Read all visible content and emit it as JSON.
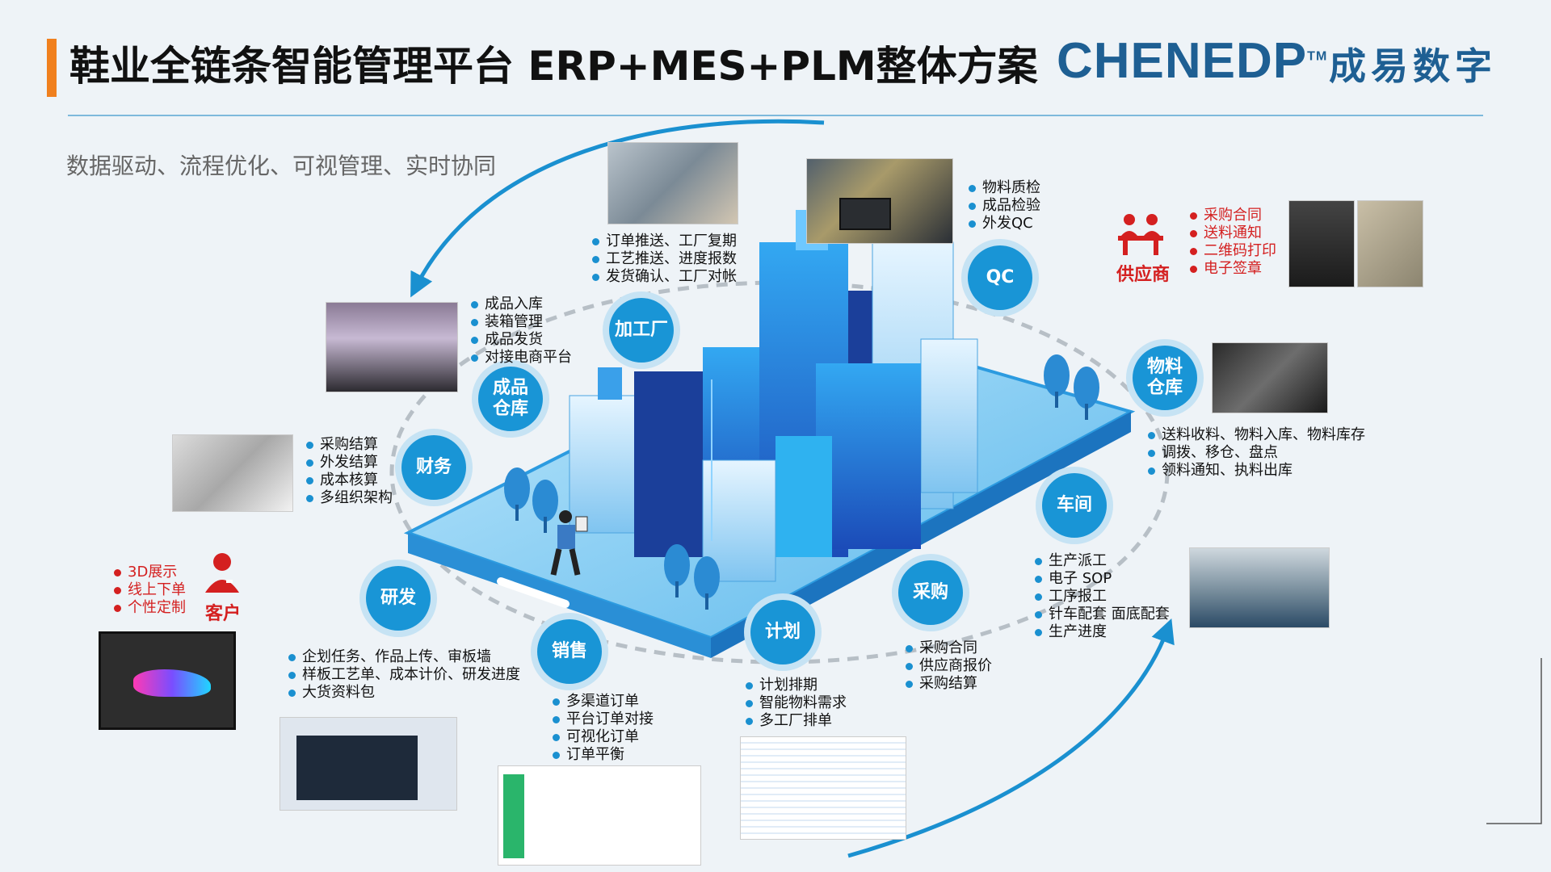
{
  "header": {
    "title": "鞋业全链条智能管理平台  ERP+MES+PLM整体方案",
    "logo_en": "CHENEDP",
    "logo_tm": "TM",
    "logo_cn": "成易数字",
    "tagline": "数据驱动、流程优化、可视管理、实时协同"
  },
  "colors": {
    "accent": "#f0801e",
    "brand": "#1e5f93",
    "node": "#1995d6",
    "red": "#d42020"
  },
  "nodes": {
    "jiagong": "加工厂",
    "qc": "QC",
    "wuliao": "物料仓库",
    "chejian": "车间",
    "caigou": "采购",
    "jihua": "计划",
    "xiaoshou": "销售",
    "yanfa": "研发",
    "caiwu": "财务",
    "chengpin": "成品仓库"
  },
  "lists": {
    "jiagong": [
      "订单推送、工厂复期",
      "工艺推送、进度报数",
      "发货确认、工厂对帐"
    ],
    "qc": [
      "物料质检",
      "成品检验",
      "外发QC"
    ],
    "supplier": [
      "采购合同",
      "送料通知",
      "二维码打印",
      "电子签章"
    ],
    "wuliao": [
      "送料收料、物料入库、物料库存",
      "调拨、移仓、盘点",
      "领料通知、执料出库"
    ],
    "chejian": [
      "生产派工",
      "电子 SOP",
      "工序报工",
      "针车配套  面底配套",
      "生产进度"
    ],
    "caigou": [
      "采购合同",
      "供应商报价",
      "采购结算"
    ],
    "jihua": [
      "计划排期",
      "智能物料需求",
      "多工厂排单"
    ],
    "xiaoshou": [
      "多渠道订单",
      "平台订单对接",
      "可视化订单",
      "订单平衡"
    ],
    "yanfa": [
      "企划任务、作品上传、审板墙",
      "样板工艺单、成本计价、研发进度",
      "大货资料包"
    ],
    "customer": [
      "3D展示",
      "线上下单",
      "个性定制"
    ],
    "caiwu": [
      "采购结算",
      "外发结算",
      "成本核算",
      "多组织架构"
    ],
    "chengpin": [
      "成品入库",
      "装箱管理",
      "成品发货",
      "对接电商平台"
    ]
  },
  "roles": {
    "supplier": "供应商",
    "customer": "客户"
  }
}
